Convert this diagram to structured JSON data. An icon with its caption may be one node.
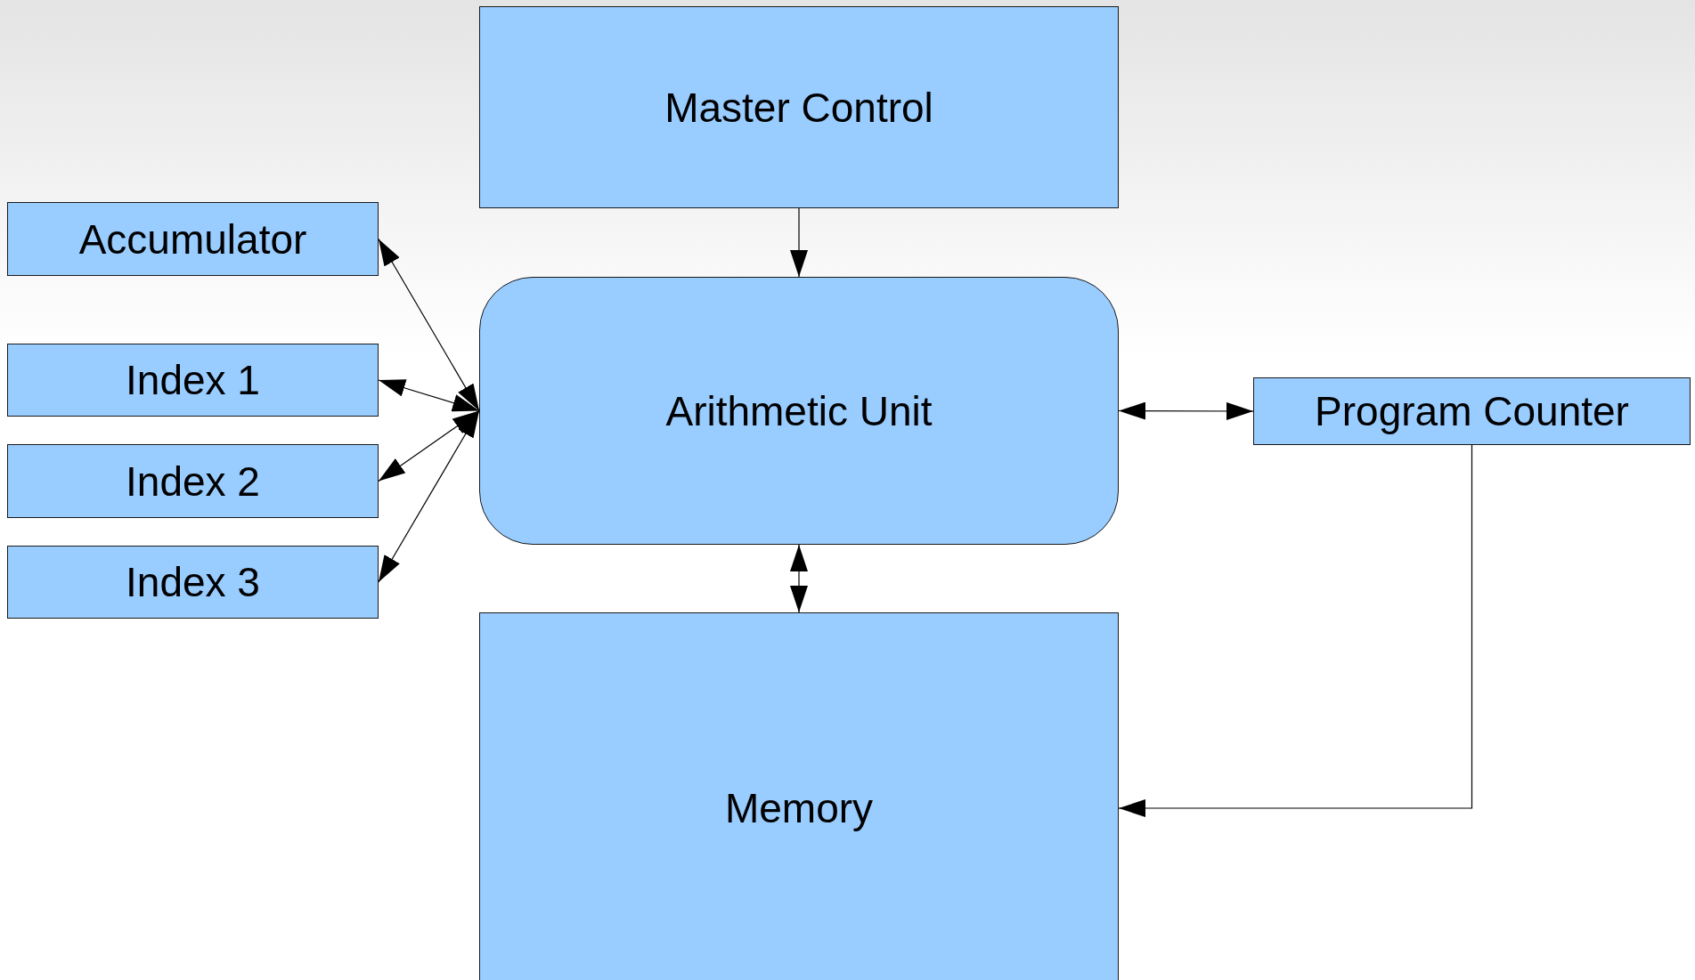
{
  "diagram": {
    "nodes": [
      {
        "text": [
          "Master Control"
        ]
      },
      {
        "text": [
          "Accumulator"
        ]
      },
      {
        "text": [
          "Arithmetic Unit"
        ]
      },
      {
        "text": [
          "Program Counter"
        ]
      },
      {
        "text": [
          "Index 1"
        ]
      },
      {
        "text": [
          "Index 2"
        ]
      },
      {
        "text": [
          "Index 3"
        ]
      },
      {
        "text": [
          "Memory"
        ]
      }
    ],
    "edges": [
      {
        "from": 0,
        "to": 2,
        "arrow": "to"
      },
      {
        "from": 2,
        "to": 1,
        "arrow": "both"
      },
      {
        "from": 2,
        "to": 4,
        "arrow": "both"
      },
      {
        "from": 2,
        "to": 5,
        "arrow": "both"
      },
      {
        "from": 2,
        "to": 6,
        "arrow": "both"
      },
      {
        "from": 2,
        "to": 3,
        "arrow": "both"
      },
      {
        "from": 2,
        "to": 7,
        "arrow": "both"
      },
      {
        "from": 3,
        "to": 7,
        "arrow": "to"
      }
    ]
  }
}
